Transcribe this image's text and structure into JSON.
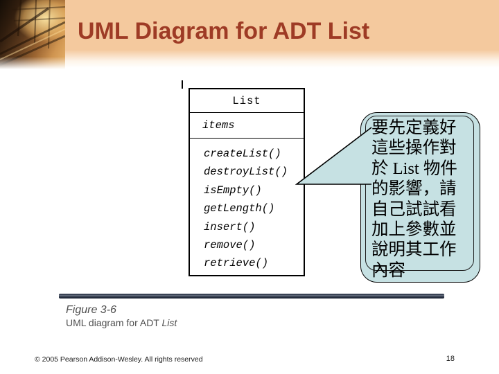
{
  "slide": {
    "title": "UML Diagram for ADT List",
    "page_number": "18",
    "copyright": "© 2005 Pearson Addison-Wesley. All rights reserved"
  },
  "figure": {
    "uml_class": {
      "name": "List",
      "attribute": "items",
      "methods": [
        "createList()",
        "destroyList()",
        "isEmpty()",
        "getLength()",
        "insert()",
        "remove()",
        "retrieve()"
      ]
    },
    "callout": {
      "lines": [
        "要先定義好",
        "這些操作對",
        "於 List 物件",
        "的影響，請",
        "自己試試看",
        "加上參數並",
        "說明其工作",
        "內容"
      ]
    },
    "caption": {
      "label": "Figure 3-6",
      "text_prefix": "UML diagram for ADT ",
      "text_emphasis": "List"
    }
  },
  "colors": {
    "header_band": "#f4c99e",
    "title_text": "#9e3b25",
    "callout_fill": "#c6e1e3",
    "divider_line": "#2c3547",
    "caption_text": "#4f4f4f"
  }
}
